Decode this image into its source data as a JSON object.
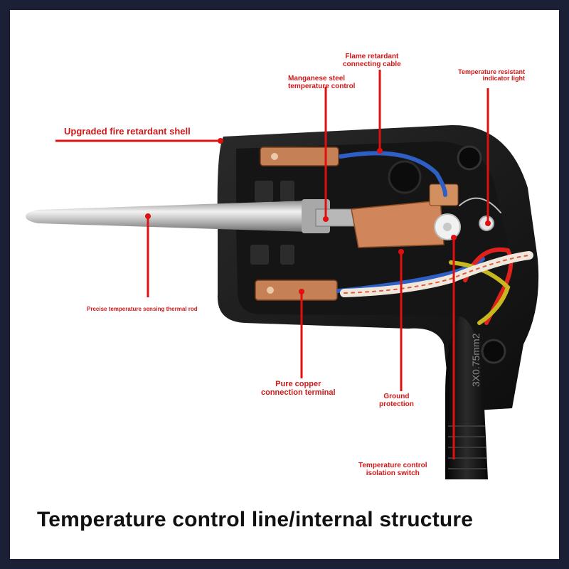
{
  "colors": {
    "background": "#1b2036",
    "panel": "#ffffff",
    "label": "#d01818",
    "leader_line": "#e01010",
    "housing": "#1a1a1a",
    "probe": "#c8c8c8",
    "copper": "#d28a5a",
    "wire_blue": "#2d5fc4",
    "wire_red": "#e0201c",
    "wire_yellow_green": "#c8b820"
  },
  "labels": {
    "flame_retardant_cable": "Flame retardant\nconnecting cable",
    "manganese_steel_control": "Manganese steel\ntemperature control",
    "indicator_light": "Temperature resistant\nindicator light",
    "fire_retardant_shell": "Upgraded fire retardant shell",
    "thermal_rod": "Precise temperature sensing thermal rod",
    "copper_terminal": "Pure copper\nconnection terminal",
    "ground_protection": "Ground\nprotection",
    "isolation_switch": "Temperature control\nisolation switch"
  },
  "cable_marking": "3X0.75mm2",
  "caption": "Temperature control line/internal structure"
}
